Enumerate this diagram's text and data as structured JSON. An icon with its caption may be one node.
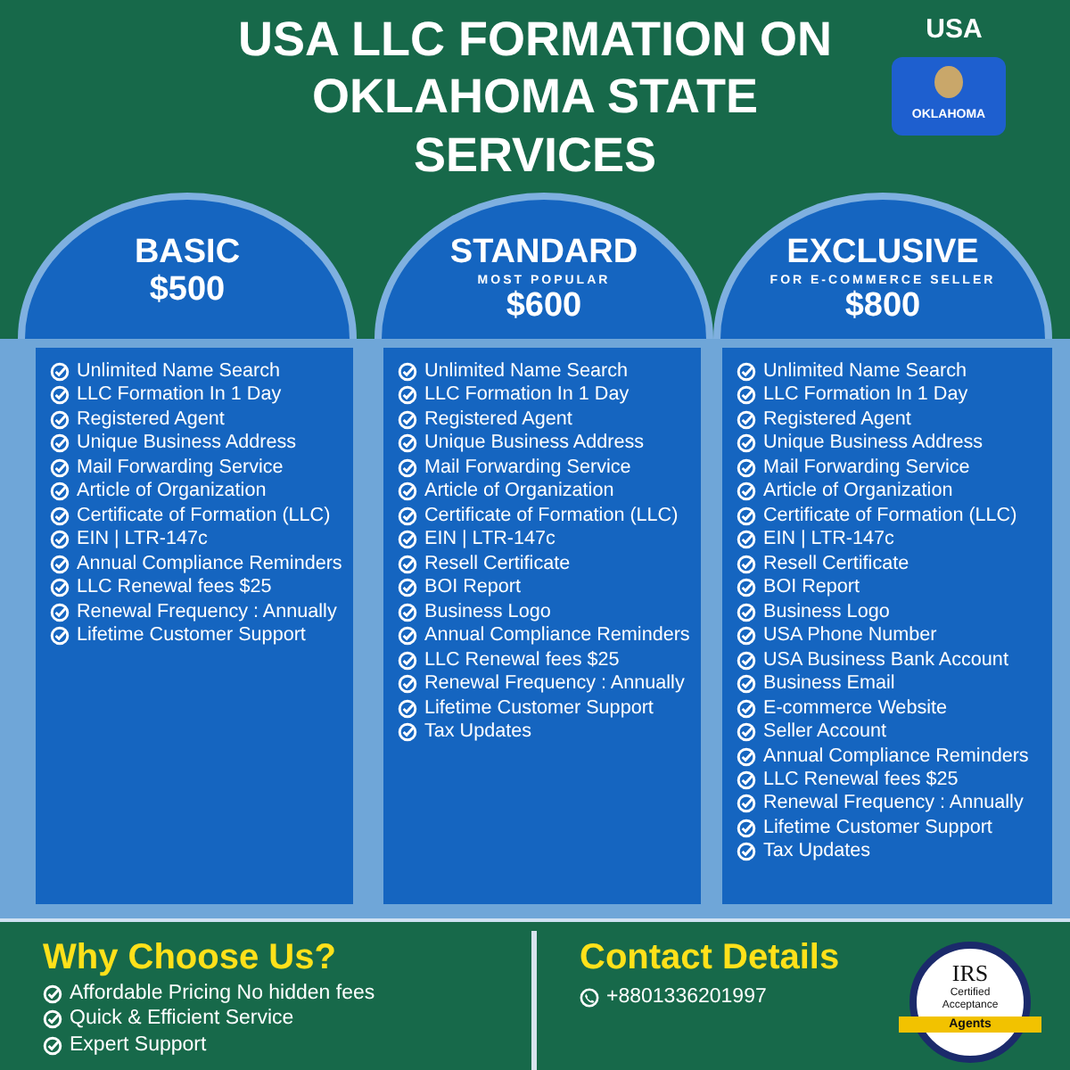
{
  "diagram": {
    "title": "USA LLC FORMATION ON OKLAHOMA STATE SERVICES",
    "nodes": [
      {
        "text": [
          "BASIC",
          "$500"
        ]
      },
      {
        "text": [
          "Unlimited Name Search",
          "LLC Formation In 1 Day",
          "Registered Agent",
          "Unique Business Address",
          "Mail Forwarding Service",
          "Article of Organization",
          "Certificate of Formation (LLC)",
          "EIN | LTR-147c",
          "Annual Compliance Reminders",
          "LLC Renewal fees $25",
          "Renewal Frequency : Annually",
          "Lifetime Customer Support"
        ]
      },
      {
        "text": [
          "STANDARD",
          "MOST POPULAR",
          "$600"
        ]
      },
      {
        "text": [
          "Unlimited Name Search",
          "LLC Formation In 1 Day",
          "Registered Agent",
          "Unique Business Address",
          "Mail Forwarding Service",
          "Article of Organization",
          "Certificate of Formation (LLC)",
          "EIN | LTR-147c",
          "Resell Certificate",
          "BOI Report",
          "Business Logo",
          "Annual Compliance Reminders",
          "LLC Renewal fees $25",
          "Renewal Frequency : Annually",
          "Lifetime Customer Support",
          "Tax Updates"
        ]
      },
      {
        "text": [
          "EXCLUSIVE",
          "FOR E-COMMERCE SELLER",
          "$800"
        ]
      },
      {
        "text": [
          "Unlimited Name Search",
          "LLC Formation In 1 Day",
          "Registered Agent",
          "Unique Business Address",
          "Mail Forwarding Service",
          "Article of Organization",
          "Certificate of Formation (LLC)",
          "EIN | LTR-147c",
          "Resell Certificate",
          "BOI Report",
          "Business Logo",
          "USA Phone Number",
          "USA Business Bank Account",
          "Business Email",
          "E-commerce Website",
          "Seller Account",
          "Annual Compliance Reminders",
          "LLC Renewal fees $25",
          "Renewal Frequency : Annually",
          "Lifetime Customer Support",
          "Tax Updates"
        ]
      },
      {
        "text": [
          "Why Choose Us?",
          "Affordable Pricing No hidden fees",
          "Quick & Efficient Service",
          "Expert Support"
        ]
      },
      {
        "text": [
          "Contact Details",
          "+8801336201997"
        ]
      },
      {
        "text": [
          "IRS",
          "Certified Acceptance",
          "Agents"
        ]
      }
    ],
    "labels": [
      "USA",
      "OKLAHOMA"
    ]
  }
}
